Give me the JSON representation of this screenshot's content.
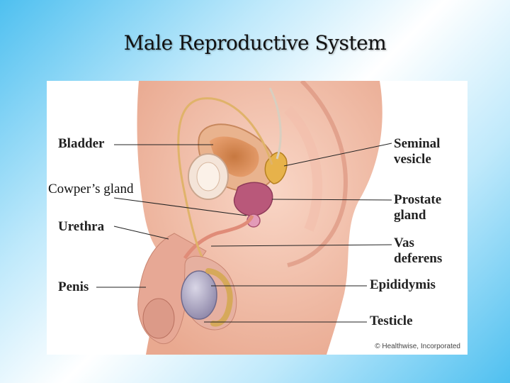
{
  "title": "Male Reproductive System",
  "diagram": {
    "labels": {
      "bladder": "Bladder",
      "seminal_vesicle_line1": "Seminal",
      "seminal_vesicle_line2": "vesicle",
      "prostate_line1": "Prostate",
      "prostate_line2": "gland",
      "urethra": "Urethra",
      "vas_line1": "Vas",
      "vas_line2": "deferens",
      "penis": "Penis",
      "epididymis": "Epididymis",
      "testicle": "Testicle"
    },
    "added_label": "Cowper’s gland",
    "credit": "© Healthwise, Incorporated"
  }
}
